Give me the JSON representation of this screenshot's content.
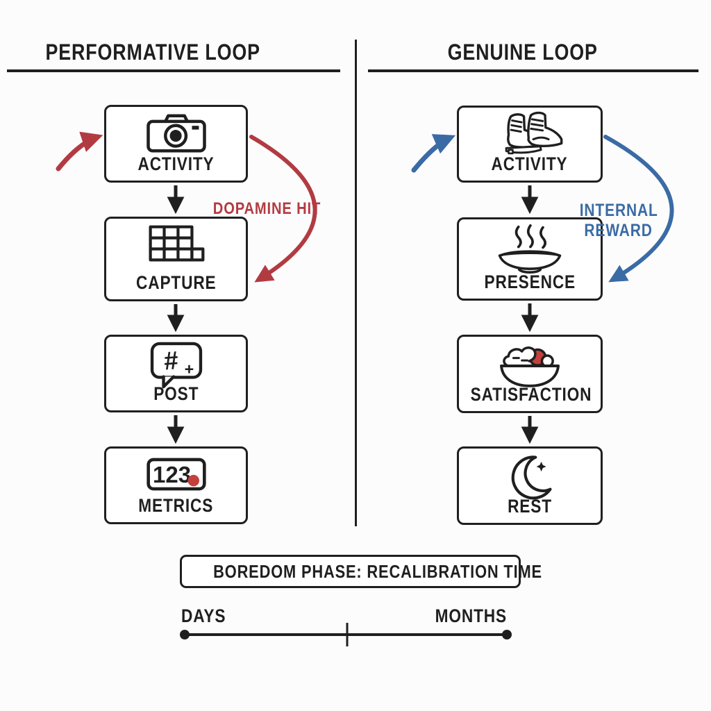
{
  "diagram": {
    "left": {
      "title": "PERFORMATIVE LOOP",
      "loop_label": "DOPAMINE HIT",
      "steps": [
        {
          "label": "ACTIVITY",
          "icon": "camera-icon"
        },
        {
          "label": "CAPTURE",
          "icon": "photo-grid-icon"
        },
        {
          "label": "POST",
          "icon": "hashtag-bubble-icon",
          "bubble_hash": "#",
          "bubble_plus": "+"
        },
        {
          "label": "METRICS",
          "icon": "counter-badge-icon",
          "counter_value": "123"
        }
      ]
    },
    "right": {
      "title": "GENUINE LOOP",
      "loop_label_lines": [
        "INTERNAL",
        "REWARD"
      ],
      "steps": [
        {
          "label": "ACTIVITY",
          "icon": "boots-icon"
        },
        {
          "label": "PRESENCE",
          "icon": "steaming-bowl-icon"
        },
        {
          "label": "SATISFACTION",
          "icon": "food-bowl-icon"
        },
        {
          "label": "REST",
          "icon": "crescent-moon-icon"
        }
      ]
    },
    "bottom": {
      "phase_label": "BOREDOM PHASE: RECALIBRATION TIME",
      "timeline_start": "DAYS",
      "timeline_end": "MONTHS"
    },
    "colors": {
      "ink": "#1f1f1f",
      "performative_accent": "#b23b42",
      "genuine_accent": "#3a6ba5",
      "dot_red": "#c4403c"
    }
  }
}
